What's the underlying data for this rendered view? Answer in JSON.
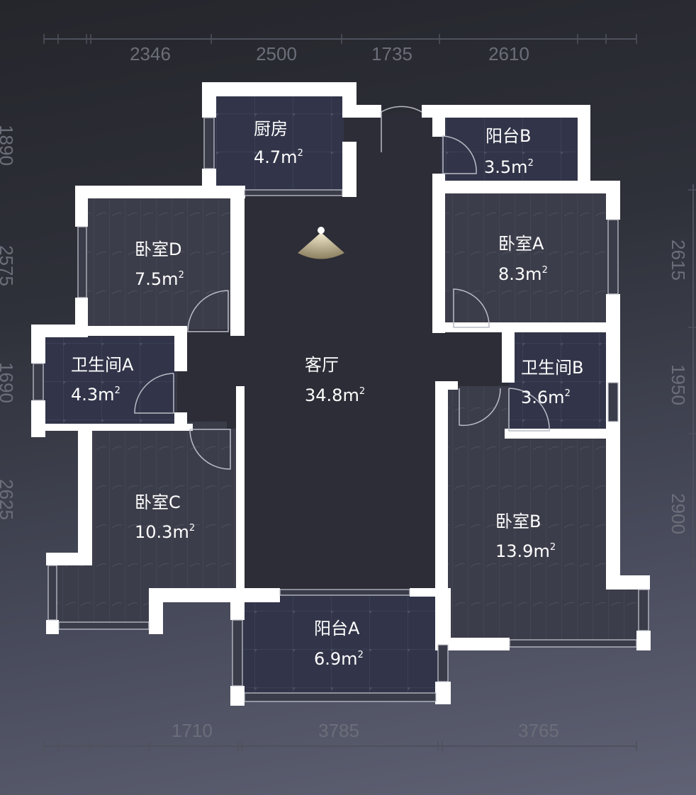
{
  "floorplan": {
    "dimensions": {
      "top": [
        "2346",
        "2500",
        "1735",
        "2610"
      ],
      "bottom": [
        "1710",
        "3785",
        "3765"
      ],
      "left": [
        "1890",
        "2575",
        "1690",
        "2625"
      ],
      "right": [
        "2615",
        "1950",
        "2900"
      ]
    },
    "rooms": [
      {
        "id": "kitchen",
        "name": "厨房",
        "area": "4.7",
        "unit": "m²"
      },
      {
        "id": "balcony-b",
        "name": "阳台B",
        "area": "3.5",
        "unit": "m²"
      },
      {
        "id": "bedroom-d",
        "name": "卧室D",
        "area": "7.5",
        "unit": "m²"
      },
      {
        "id": "bedroom-a",
        "name": "卧室A",
        "area": "8.3",
        "unit": "m²"
      },
      {
        "id": "bathroom-a",
        "name": "卫生间A",
        "area": "4.3",
        "unit": "m²"
      },
      {
        "id": "living-room",
        "name": "客厅",
        "area": "34.8",
        "unit": "m²"
      },
      {
        "id": "bathroom-b",
        "name": "卫生间B",
        "area": "3.6",
        "unit": "m²"
      },
      {
        "id": "bedroom-c",
        "name": "卧室C",
        "area": "10.3",
        "unit": "m²"
      },
      {
        "id": "bedroom-b",
        "name": "卧室B",
        "area": "13.9",
        "unit": "m²"
      },
      {
        "id": "balcony-a",
        "name": "阳台A",
        "area": "6.9",
        "unit": "m²"
      }
    ],
    "viewpoint_icon": "camera-view-cone-icon",
    "colors": {
      "wall": "#ffffff",
      "living_floor": "#2c2d36",
      "tile_floor": "#323549",
      "wood_floor": "#3c3d4a",
      "dimension_text": "#6b6e79"
    }
  }
}
